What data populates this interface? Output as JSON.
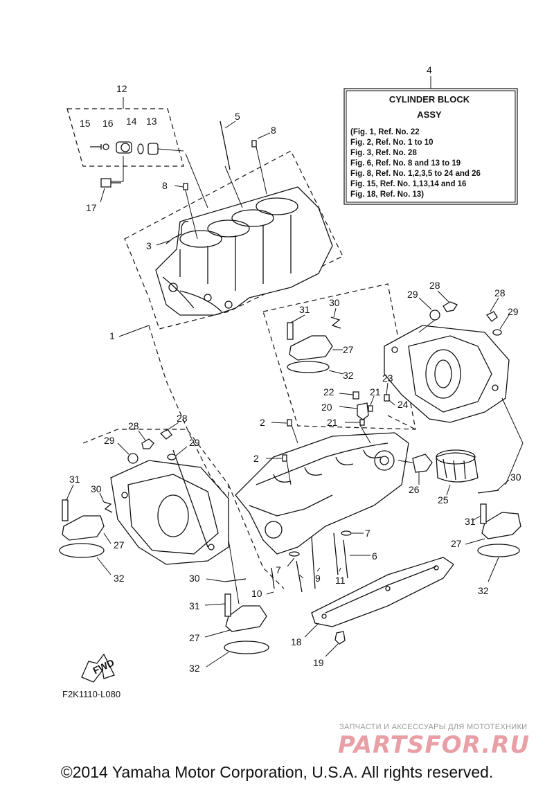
{
  "infobox": {
    "ref": "4",
    "title1": "CYLINDER BLOCK",
    "title2": "ASSY",
    "lines": [
      "(Fig. 1, Ref. No. 22",
      " Fig. 2, Ref. No. 1 to 10",
      " Fig. 3, Ref. No. 28",
      " Fig. 6, Ref. No. 8 and 13 to 19",
      " Fig. 8, Ref. No. 1,2,3,5 to 24 and 26",
      " Fig. 15, Ref. No. 1,13,14 and 16",
      " Fig. 18, Ref. No. 13)"
    ]
  },
  "callouts": [
    "12",
    "15",
    "16",
    "14",
    "13",
    "17",
    "5",
    "8",
    "8",
    "3",
    "1",
    "31",
    "30",
    "27",
    "32",
    "29",
    "28",
    "28",
    "29",
    "22",
    "21",
    "23",
    "20",
    "24",
    "21",
    "2",
    "2",
    "28",
    "29",
    "28",
    "29",
    "31",
    "30",
    "27",
    "32",
    "26",
    "25",
    "30",
    "31",
    "27",
    "32",
    "7",
    "6",
    "7",
    "9",
    "11",
    "10",
    "30",
    "31",
    "27",
    "18",
    "19",
    "32"
  ],
  "fwd_label": "FWD",
  "figure_code": "F2K1110-L080",
  "watermark": {
    "subtitle": "ЗАПЧАСТИ И АКСЕССУАРЫ ДЛЯ МОТОТЕХНИКИ",
    "logo": "PARTSFOR.RU"
  },
  "copyright": "©2014 Yamaha Motor Corporation, U.S.A. All rights reserved."
}
